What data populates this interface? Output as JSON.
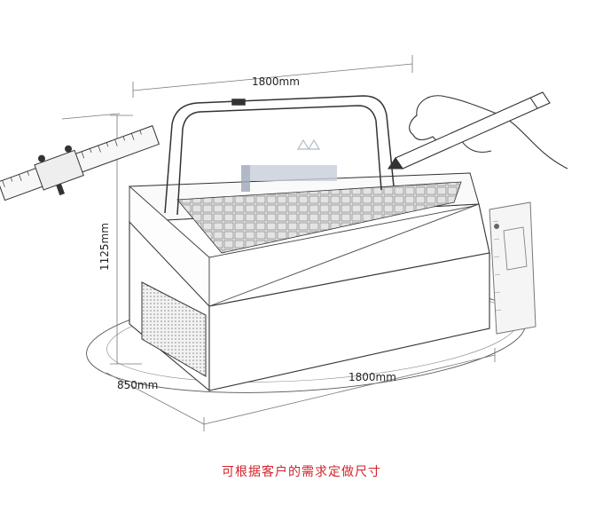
{
  "dimensions": {
    "top_width": "1800mm",
    "height": "1125mm",
    "depth": "850mm",
    "bottom_width": "1800mm"
  },
  "caption": "可根据客户的需求定做尺寸",
  "colors": {
    "line": "#333333",
    "light_line": "#9a9a9a",
    "caption": "#d2232a",
    "logo": "#9ea7b8"
  },
  "icons": {
    "hand": "pencil-hand-icon",
    "ruler_left": "caliper-ruler-icon",
    "ruler_right": "vertical-ruler-icon"
  }
}
